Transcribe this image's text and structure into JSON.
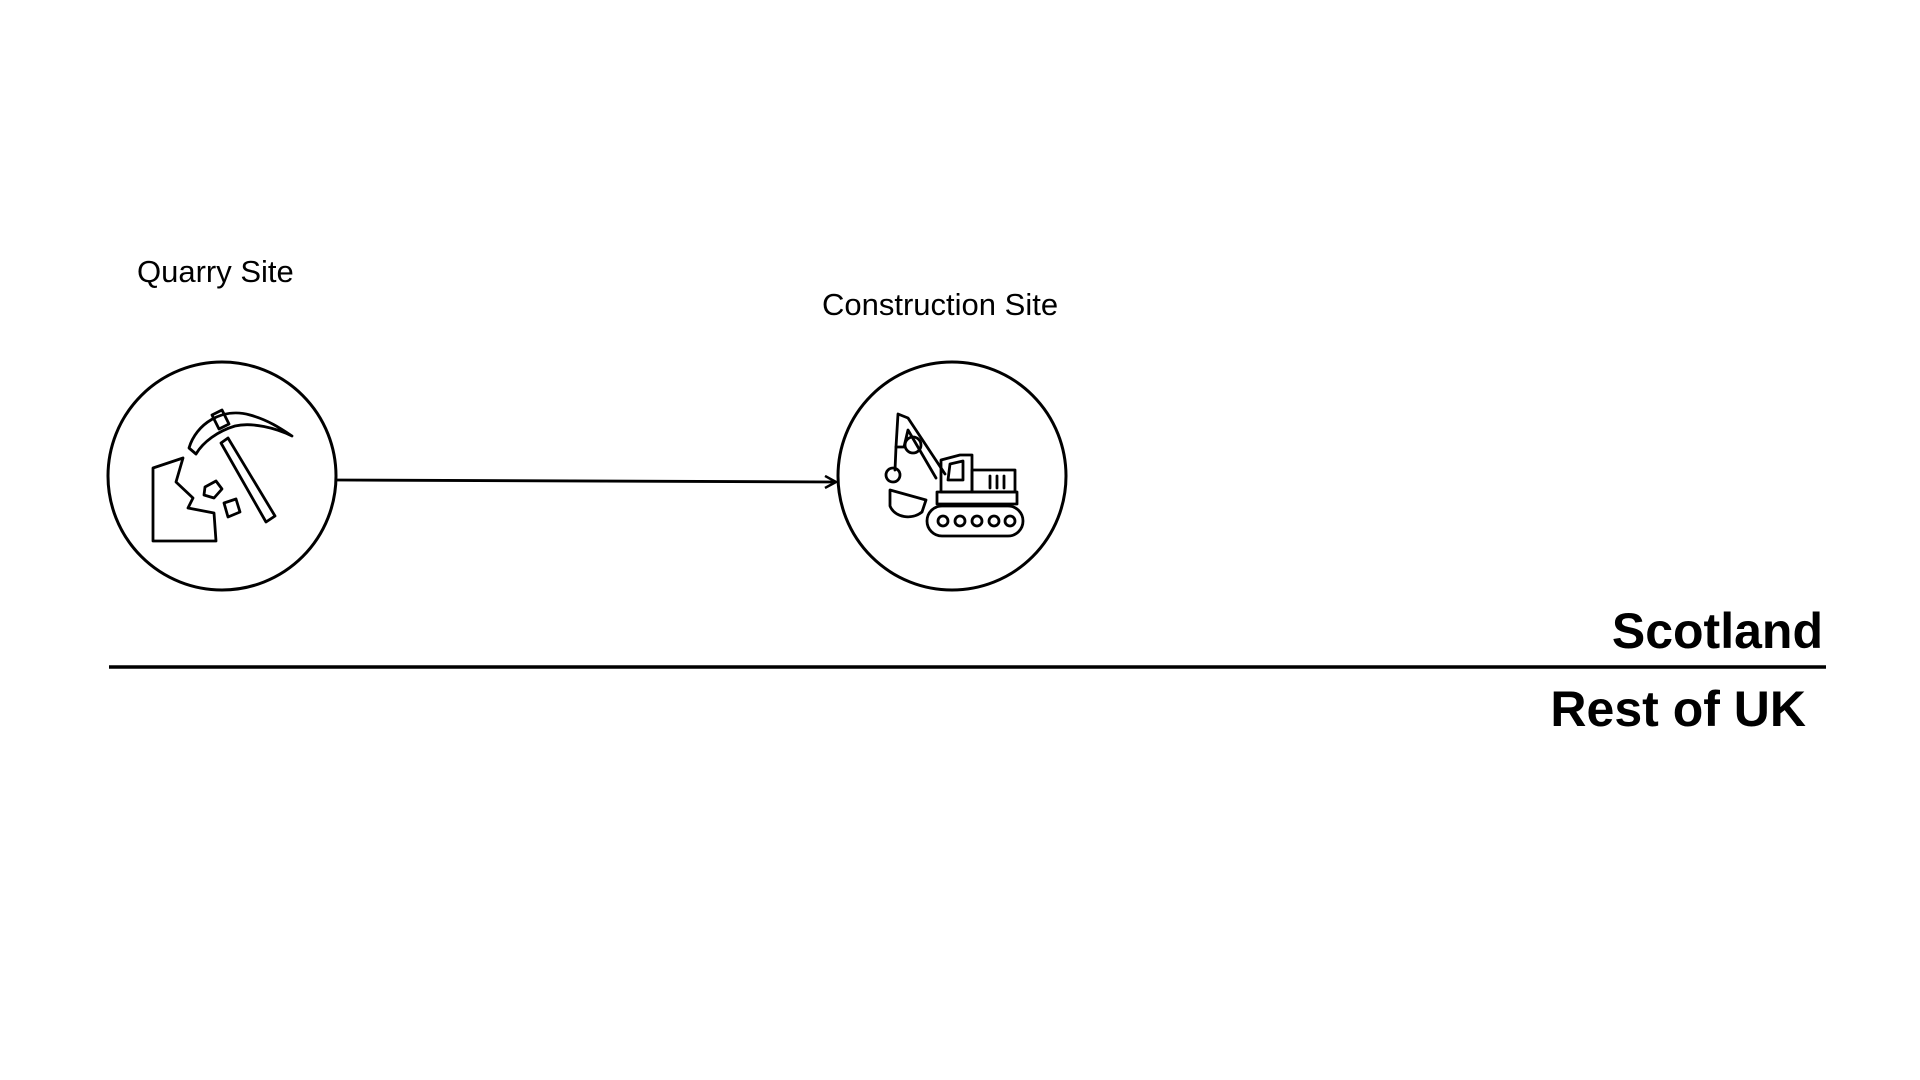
{
  "nodes": {
    "quarry": {
      "label": "Quarry Site",
      "icon": "pickaxe-rock-icon"
    },
    "construction": {
      "label": "Construction Site",
      "icon": "excavator-icon"
    }
  },
  "edges": [
    {
      "from": "quarry",
      "to": "construction"
    }
  ],
  "regions": {
    "upper": "Scotland",
    "lower": "Rest of UK"
  },
  "colors": {
    "stroke": "#000000",
    "background": "#ffffff"
  }
}
